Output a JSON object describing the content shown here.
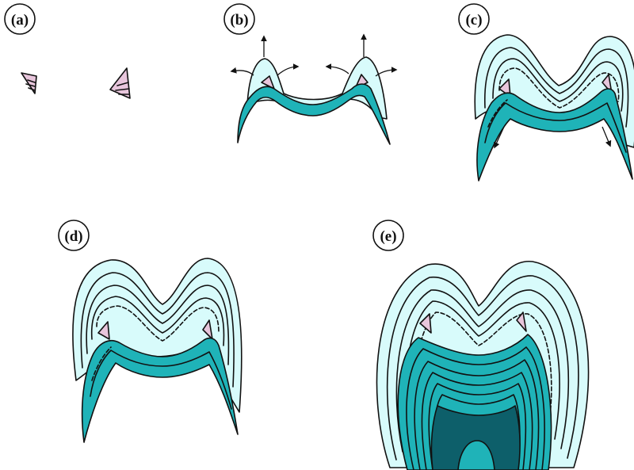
{
  "panels": [
    {
      "key": "a",
      "label": "(a)"
    },
    {
      "key": "b",
      "label": "(b)"
    },
    {
      "key": "c",
      "label": "(c)"
    },
    {
      "key": "d",
      "label": "(d)"
    },
    {
      "key": "e",
      "label": "(e)"
    }
  ],
  "colors": {
    "enamel_light": "#d8fbfb",
    "dentine": "#1fb3b8",
    "pulp": "#0d5f6a",
    "tip": "#e8c6dc",
    "outline": "#111111"
  }
}
